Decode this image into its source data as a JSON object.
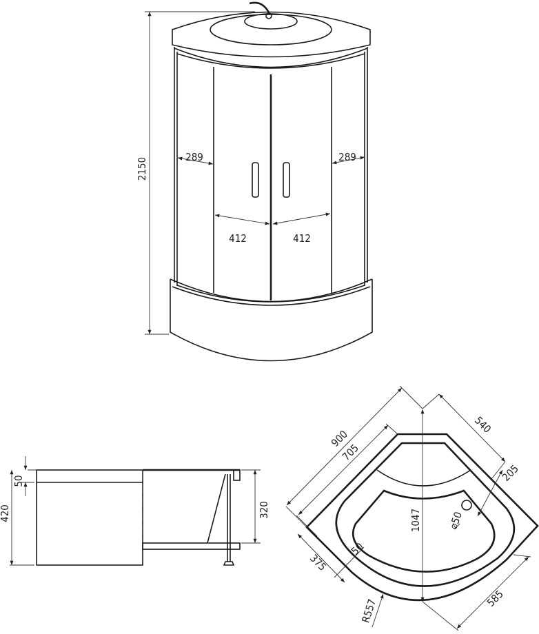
{
  "front_view": {
    "height": "2150",
    "side_panel_left": "289",
    "side_panel_right": "289",
    "door_left": "412",
    "door_right": "412"
  },
  "side_view": {
    "total_height": "420",
    "rim": "50",
    "tray_depth": "320"
  },
  "plan_view": {
    "side_outer": "900",
    "side_inner": "705",
    "right_a": "540",
    "right_b": "205",
    "diagonal": "1047",
    "drain": "⌀50",
    "left_offset": "375",
    "rim_width": "50",
    "right_c": "585",
    "radius": "R557"
  },
  "colors": {
    "line": "#1a1a1a",
    "background": "#ffffff"
  }
}
